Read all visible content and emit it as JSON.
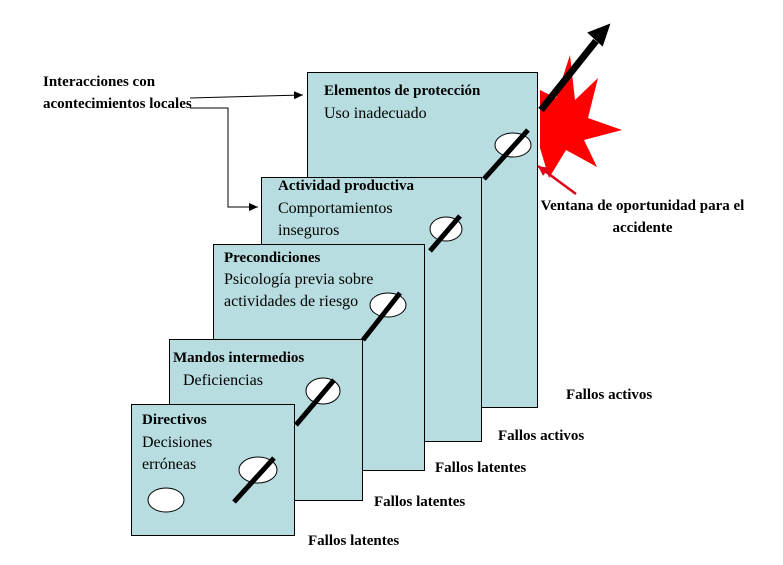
{
  "layers": [
    {
      "title": "Elementos de protección",
      "desc": "Uso inadecuado"
    },
    {
      "title": "Actividad productiva",
      "desc": "Comportamientos inseguros"
    },
    {
      "title": "Precondiciones",
      "desc": "Psicología previa sobre actividades de riesgo"
    },
    {
      "title": "Mandos intermedios",
      "desc": "Deficiencias"
    },
    {
      "title": "Directivos",
      "desc": "Decisiones erróneas"
    }
  ],
  "interactions_label": "Interacciones con acontecimientos locales",
  "window_label": "Ventana de oportunidad para el accidente",
  "failure_labels": [
    "Fallos activos",
    "Fallos activos",
    "Fallos latentes",
    "Fallos latentes",
    "Fallos latentes"
  ],
  "colors": {
    "panel": "#b7dde0",
    "burst": "#ff0000",
    "arrow": "#e0001a"
  }
}
